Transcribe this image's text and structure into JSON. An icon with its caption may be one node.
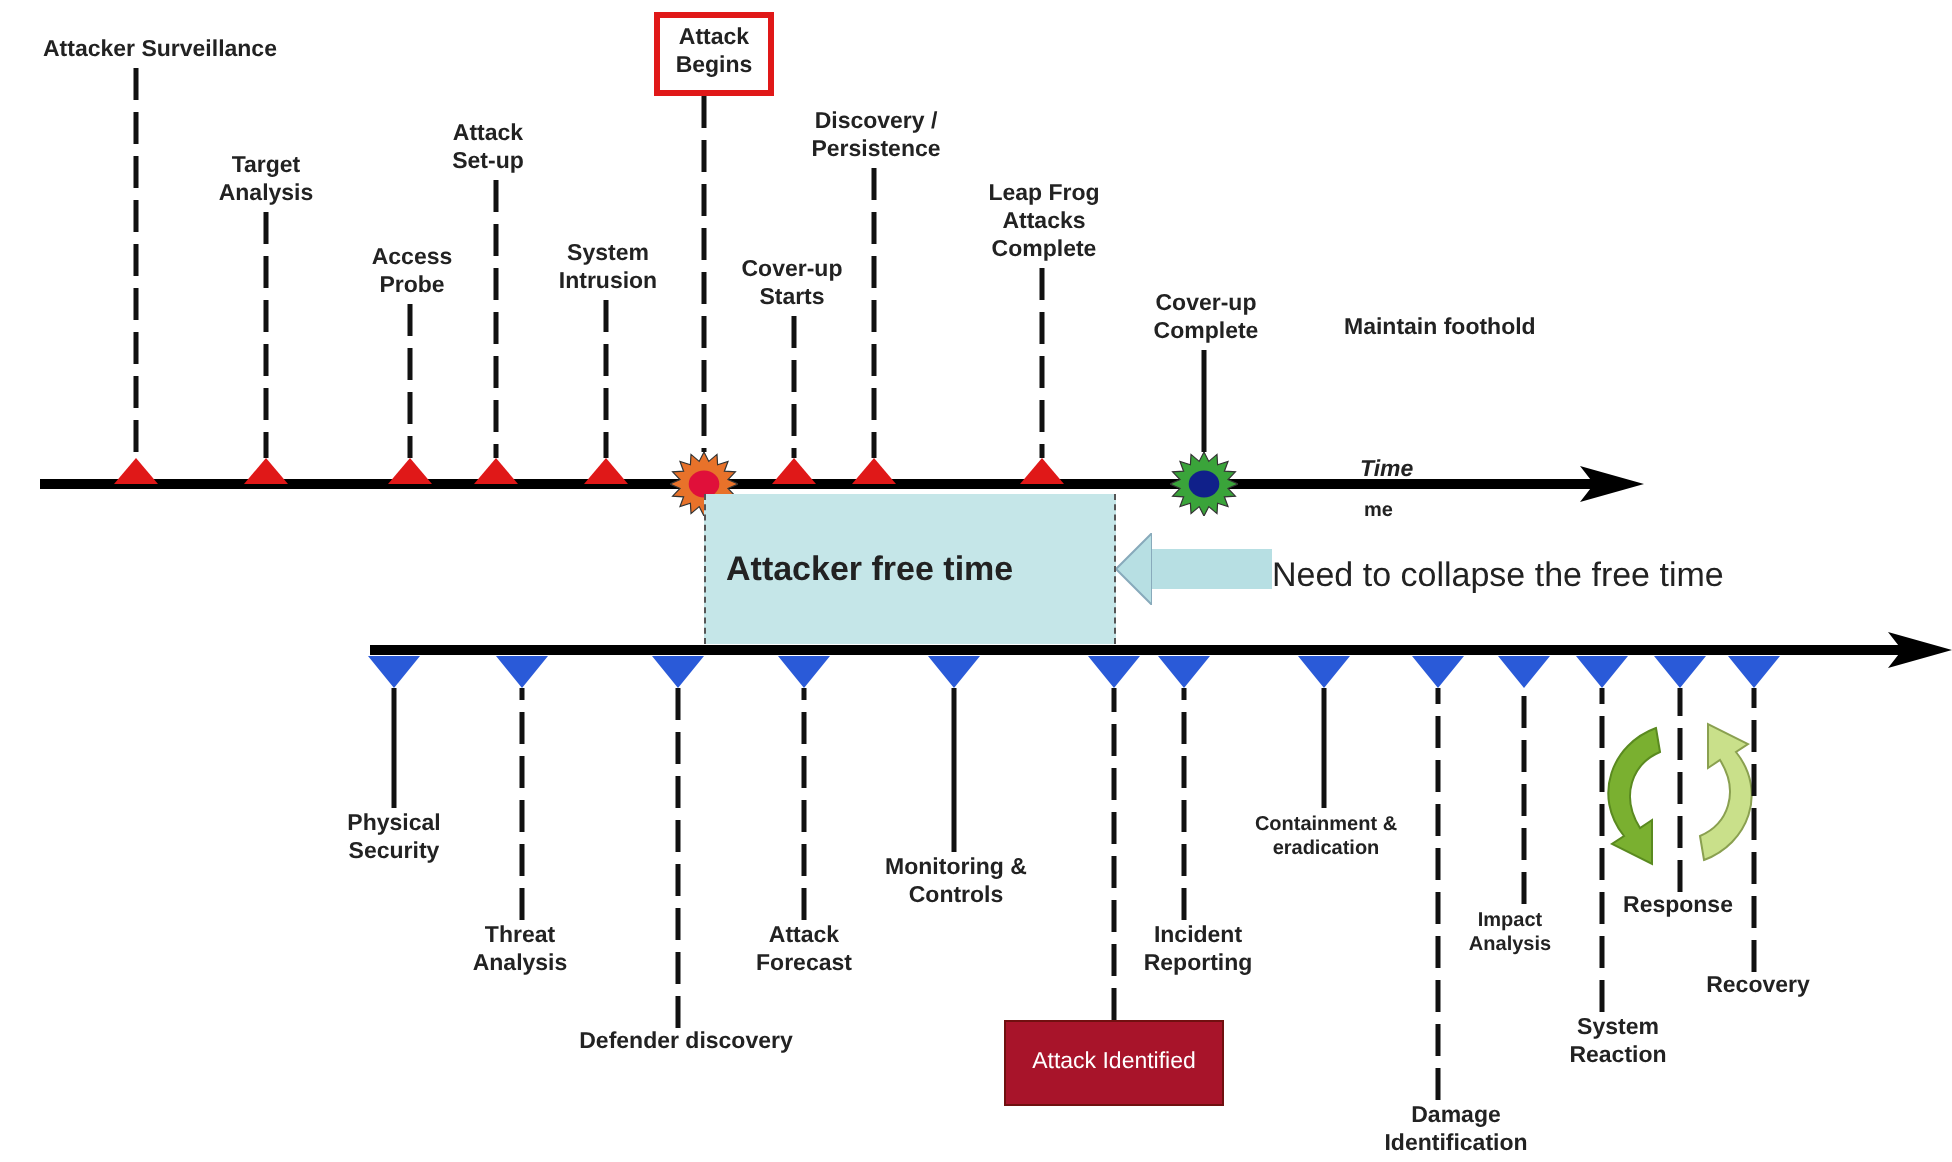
{
  "diagram": {
    "nodes": [
      {
        "text": [
          "Attacker Surveillance"
        ]
      },
      {
        "text": [
          "Target Analysis"
        ]
      },
      {
        "text": [
          "Access Probe"
        ]
      },
      {
        "text": [
          "Attack Set-up"
        ]
      },
      {
        "text": [
          "System Intrusion"
        ]
      },
      {
        "text": [
          "Attack Begins"
        ]
      },
      {
        "text": [
          "Cover-up Starts"
        ]
      },
      {
        "text": [
          "Discovery / Persistence"
        ]
      },
      {
        "text": [
          "Leap Frog Attacks Complete"
        ]
      },
      {
        "text": [
          "Cover-up Complete"
        ]
      },
      {
        "text": [],
        "shape": "triangle"
      },
      {
        "text": [],
        "shape": "triangle"
      },
      {
        "text": [],
        "shape": "triangle"
      },
      {
        "text": [],
        "shape": "triangle"
      },
      {
        "text": [],
        "shape": "triangle"
      },
      {
        "text": [],
        "shape": "star"
      },
      {
        "text": [],
        "shape": "triangle"
      },
      {
        "text": [],
        "shape": "triangle"
      },
      {
        "text": [],
        "shape": "triangle"
      },
      {
        "text": [],
        "shape": "star"
      },
      {
        "text": [
          "Attacker free time"
        ]
      },
      {
        "text": [
          "Need to collapse the free time"
        ]
      },
      {
        "text": [
          "Physical Security"
        ]
      },
      {
        "text": [
          "Threat Analysis"
        ]
      },
      {
        "text": [
          "Defender discovery"
        ]
      },
      {
        "text": [
          "Attack Forecast"
        ]
      },
      {
        "text": [
          "Monitoring & Controls"
        ]
      },
      {
        "text": [
          "Attack Identified"
        ]
      },
      {
        "text": [
          "Incident Reporting"
        ]
      },
      {
        "text": [
          "Containment & eradication"
        ]
      },
      {
        "text": [
          "Damage Identification"
        ]
      },
      {
        "text": [
          "Impact Analysis"
        ]
      },
      {
        "text": [
          "System Reaction"
        ]
      },
      {
        "text": [
          "Response"
        ]
      },
      {
        "text": [
          "Recovery"
        ]
      },
      {
        "text": [],
        "shape": "triangle"
      },
      {
        "text": [],
        "shape": "triangle"
      },
      {
        "text": [],
        "shape": "triangle"
      },
      {
        "text": [],
        "shape": "triangle"
      },
      {
        "text": [],
        "shape": "triangle"
      },
      {
        "text": [],
        "shape": "triangle"
      },
      {
        "text": [],
        "shape": "triangle"
      },
      {
        "text": [],
        "shape": "triangle"
      },
      {
        "text": [],
        "shape": "triangle"
      },
      {
        "text": [],
        "shape": "triangle"
      },
      {
        "text": [],
        "shape": "triangle"
      },
      {
        "text": [],
        "shape": "triangle"
      },
      {
        "text": [],
        "shape": "triangle"
      }
    ],
    "edges": [
      {
        "from": 0,
        "to": 10,
        "arrow": "none",
        "style": "dashed"
      },
      {
        "from": 1,
        "to": 11,
        "arrow": "none",
        "style": "dashed"
      },
      {
        "from": 2,
        "to": 12,
        "arrow": "none",
        "style": "dashed"
      },
      {
        "from": 3,
        "to": 13,
        "arrow": "none",
        "style": "dashed"
      },
      {
        "from": 4,
        "to": 14,
        "arrow": "none",
        "style": "dashed"
      },
      {
        "from": 5,
        "to": 15,
        "arrow": "none",
        "style": "dashed"
      },
      {
        "from": 6,
        "to": 16,
        "arrow": "none",
        "style": "dashed"
      },
      {
        "from": 7,
        "to": 17,
        "arrow": "none",
        "style": "dashed"
      },
      {
        "from": 8,
        "to": 18,
        "arrow": "none",
        "style": "dashed"
      },
      {
        "from": 9,
        "to": 19,
        "arrow": "none"
      },
      {
        "from": 21,
        "to": 20,
        "arrow": "to",
        "style": "thick",
        "color": "#b7dfe3"
      },
      {
        "from": 22,
        "to": 35,
        "arrow": "none"
      },
      {
        "from": 23,
        "to": 36,
        "arrow": "none",
        "style": "dashed"
      },
      {
        "from": 24,
        "to": 37,
        "arrow": "none",
        "style": "dashed"
      },
      {
        "from": 25,
        "to": 38,
        "arrow": "none",
        "style": "dashed"
      },
      {
        "from": 26,
        "to": 39,
        "arrow": "none"
      },
      {
        "from": 27,
        "to": 40,
        "arrow": "none",
        "style": "dashed"
      },
      {
        "from": 28,
        "to": 41,
        "arrow": "none",
        "style": "dashed"
      },
      {
        "from": 29,
        "to": 42,
        "arrow": "none"
      },
      {
        "from": 30,
        "to": 43,
        "arrow": "none",
        "style": "dashed"
      },
      {
        "from": 31,
        "to": 44,
        "arrow": "none",
        "style": "dashed"
      },
      {
        "from": 32,
        "to": 45,
        "arrow": "none",
        "style": "dashed"
      },
      {
        "from": 33,
        "to": 46,
        "arrow": "none",
        "style": "dashed"
      },
      {
        "from": 34,
        "to": 47,
        "arrow": "none",
        "style": "dashed"
      }
    ],
    "labels": [
      "Maintain foothold",
      "Time",
      "me"
    ]
  }
}
